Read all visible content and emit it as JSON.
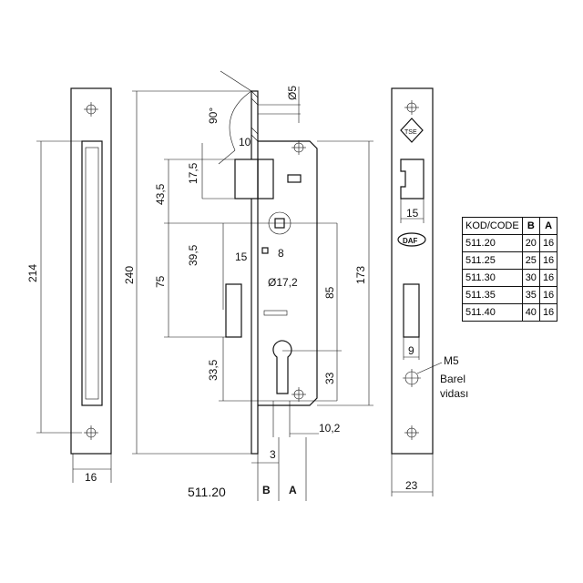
{
  "table": {
    "headers": [
      "KOD/CODE",
      "B",
      "A"
    ],
    "rows": [
      [
        "511.20",
        "20",
        "16"
      ],
      [
        "511.25",
        "25",
        "16"
      ],
      [
        "511.30",
        "30",
        "16"
      ],
      [
        "511.35",
        "35",
        "16"
      ],
      [
        "511.40",
        "40",
        "16"
      ]
    ]
  },
  "dims": {
    "d214": "214",
    "d16": "16",
    "d240": "240",
    "d90": "90°",
    "d5": "Ø5",
    "d10": "10",
    "d17_5": "17,5",
    "d43_5": "43,5",
    "d39_5": "39,5",
    "d75": "75",
    "d15": "15",
    "d8": "8",
    "d17_2": "Ø17,2",
    "d85": "85",
    "d173": "173",
    "d33_5": "33,5",
    "d33": "33",
    "d10_2": "10,2",
    "d3": "3",
    "d15r": "15",
    "d9": "9",
    "d23": "23"
  },
  "labels": {
    "model": "511.20",
    "b": "B",
    "a": "A",
    "m5": "M5",
    "barel": "Barel",
    "vidasi": "vidası",
    "tse": "TSE",
    "daf": "DAF"
  }
}
